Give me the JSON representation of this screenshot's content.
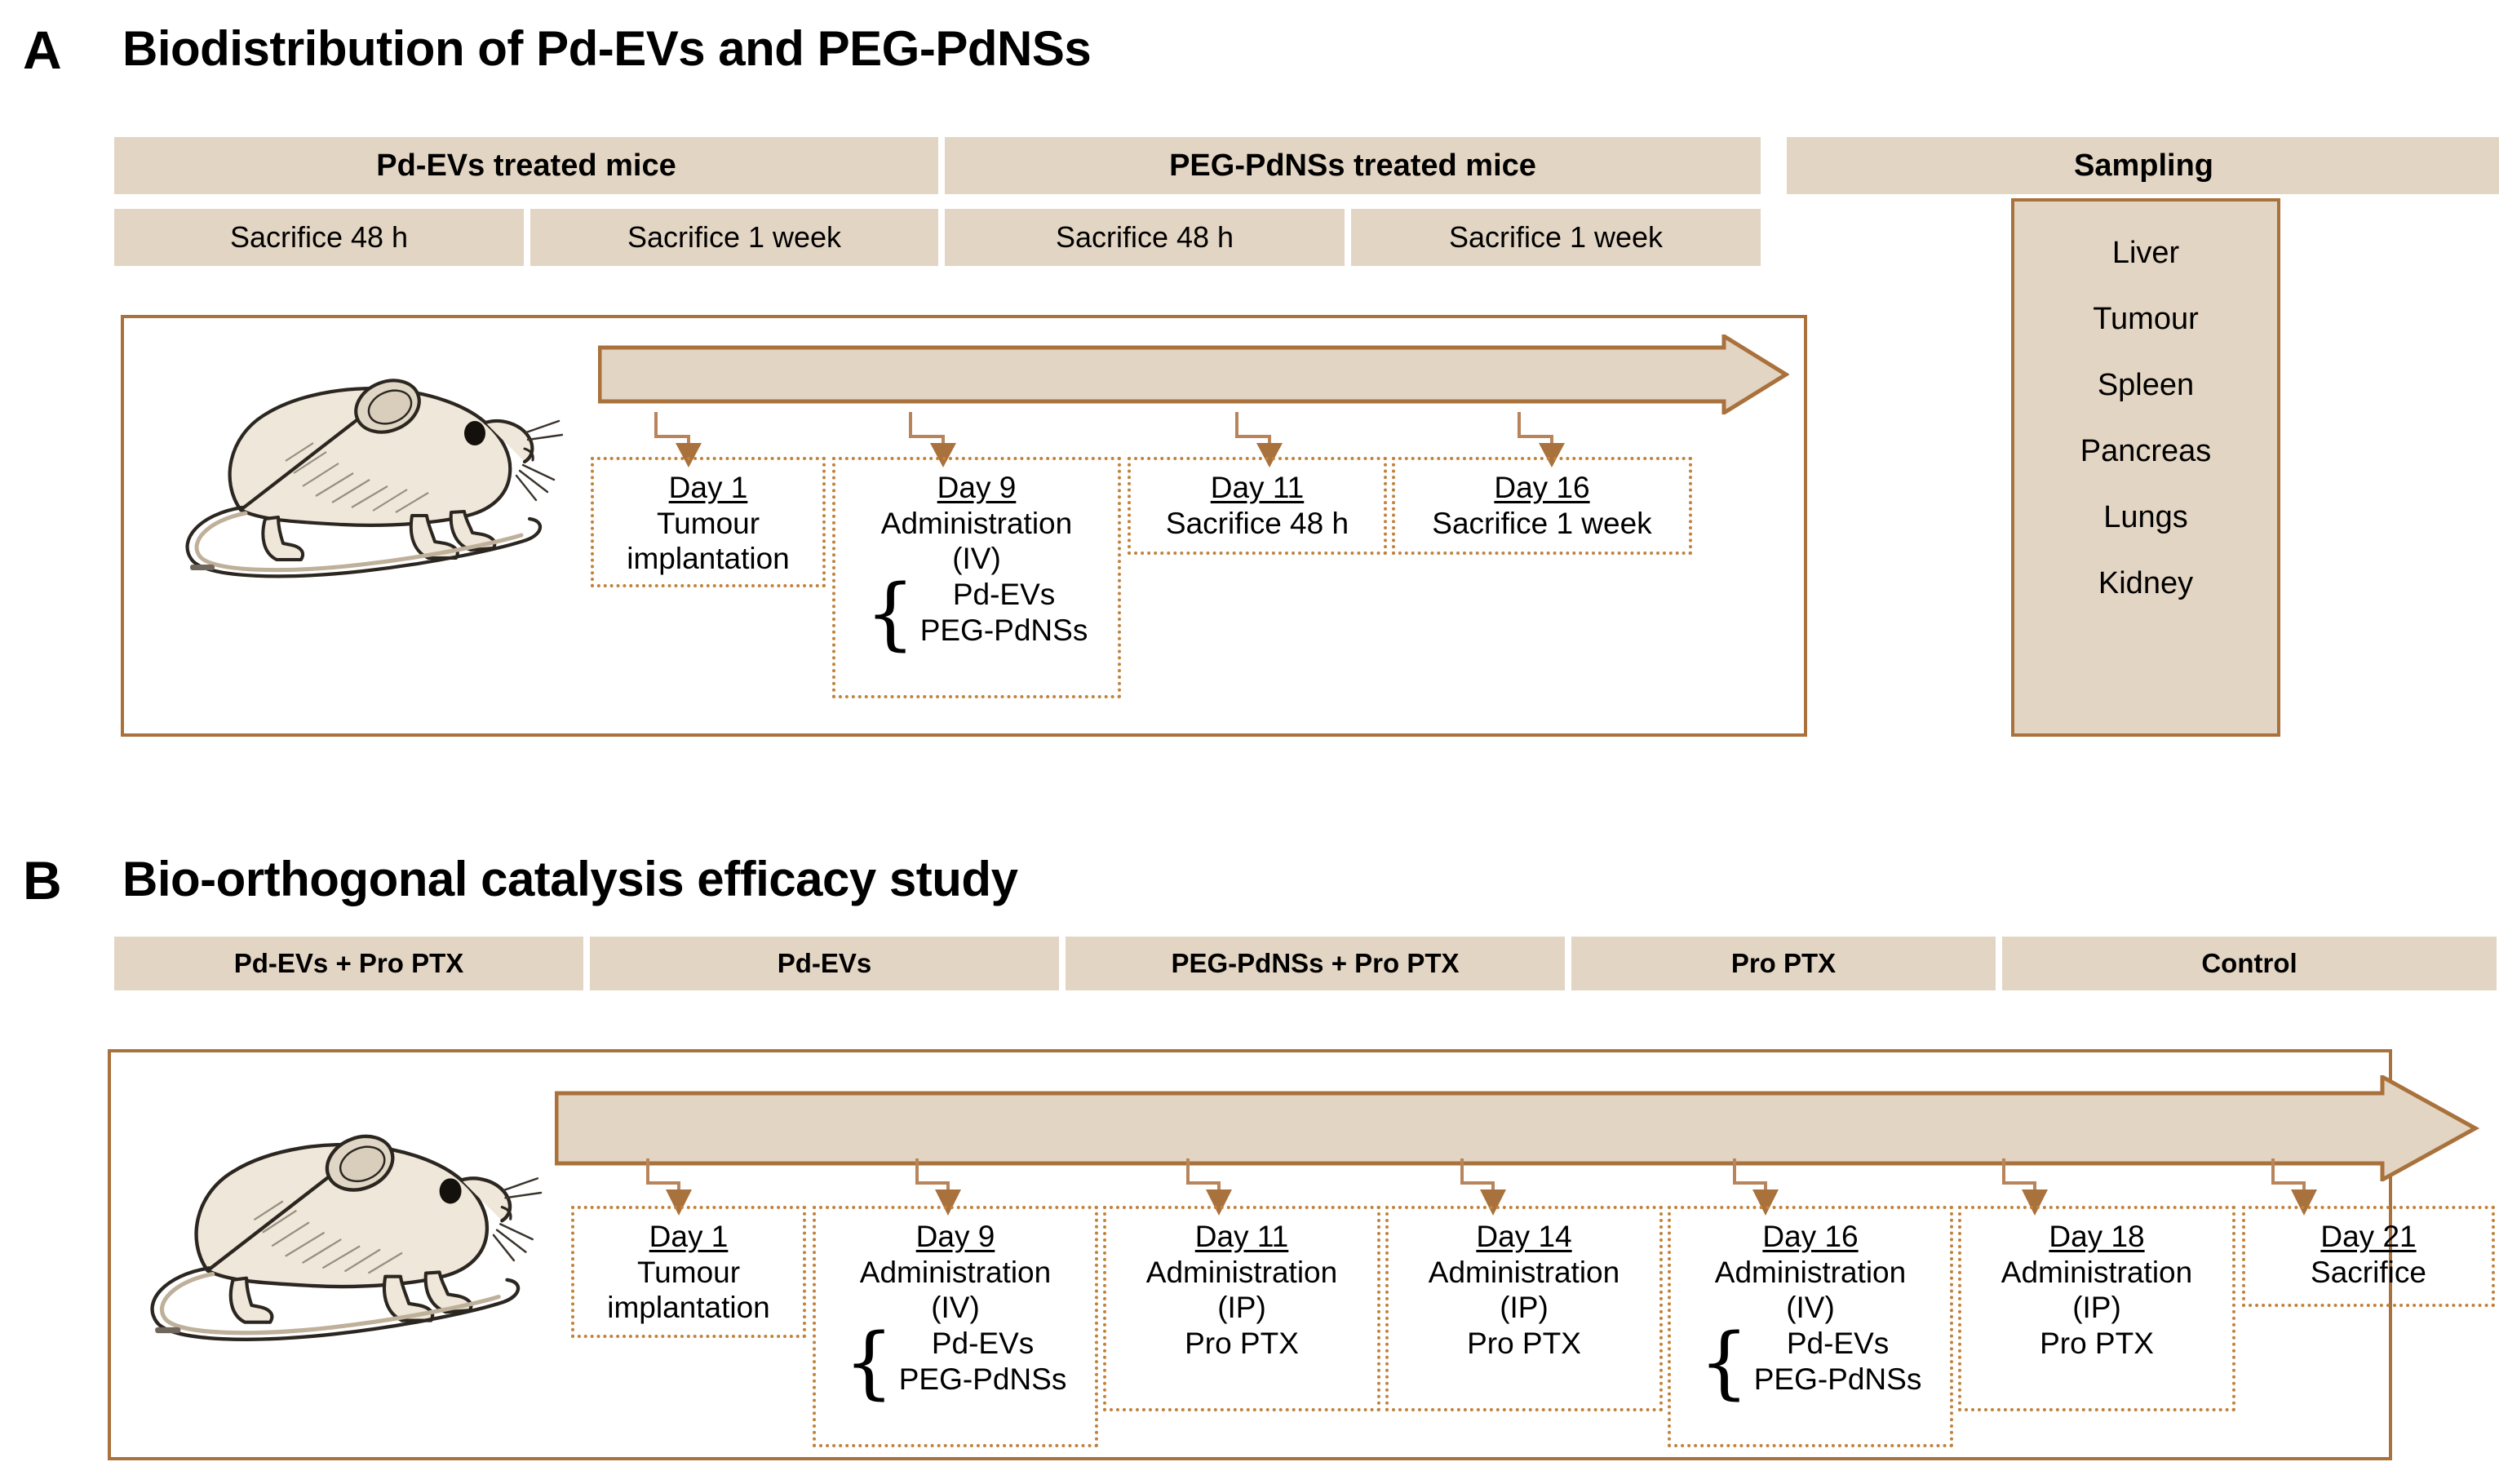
{
  "panelA": {
    "letter": "A",
    "title": "Biodistribution of Pd-EVs and PEG-PdNSs",
    "group_headers": [
      {
        "label": "Pd-EVs treated mice"
      },
      {
        "label": "PEG-PdNSs treated mice"
      }
    ],
    "sub_headers": [
      {
        "label": "Sacrifice 48 h"
      },
      {
        "label": "Sacrifice 1 week"
      },
      {
        "label": "Sacrifice 48 h"
      },
      {
        "label": "Sacrifice 1 week"
      }
    ],
    "sampling": {
      "title": "Sampling",
      "organs": [
        "Liver",
        "Tumour",
        "Spleen",
        "Pancreas",
        "Lungs",
        "Kidney"
      ]
    },
    "timeline": [
      {
        "day": "Day 1",
        "lines": [
          "Tumour",
          "implantation"
        ],
        "brace_items": []
      },
      {
        "day": "Day 9",
        "lines": [
          "Administration",
          "(IV)"
        ],
        "brace_items": [
          "Pd-EVs",
          "PEG-PdNSs"
        ]
      },
      {
        "day": "Day 11",
        "lines": [
          "Sacrifice 48 h"
        ],
        "brace_items": []
      },
      {
        "day": "Day 16",
        "lines": [
          "Sacrifice 1 week"
        ],
        "brace_items": []
      }
    ]
  },
  "panelB": {
    "letter": "B",
    "title": "Bio-orthogonal catalysis efficacy study",
    "group_headers": [
      {
        "label": "Pd-EVs + Pro PTX"
      },
      {
        "label": "Pd-EVs"
      },
      {
        "label": "PEG-PdNSs + Pro PTX"
      },
      {
        "label": "Pro PTX"
      },
      {
        "label": "Control"
      }
    ],
    "timeline": [
      {
        "day": "Day 1",
        "lines": [
          "Tumour",
          "implantation"
        ],
        "brace_items": []
      },
      {
        "day": "Day 9",
        "lines": [
          "Administration",
          "(IV)"
        ],
        "brace_items": [
          "Pd-EVs",
          "PEG-PdNSs"
        ]
      },
      {
        "day": "Day 11",
        "lines": [
          "Administration",
          "(IP)",
          "Pro PTX"
        ],
        "brace_items": []
      },
      {
        "day": "Day 14",
        "lines": [
          "Administration",
          "(IP)",
          "Pro PTX"
        ],
        "brace_items": []
      },
      {
        "day": "Day 16",
        "lines": [
          "Administration",
          "(IV)"
        ],
        "brace_items": [
          "Pd-EVs",
          "PEG-PdNSs"
        ]
      },
      {
        "day": "Day 18",
        "lines": [
          "Administration",
          "(IP)",
          "Pro PTX"
        ],
        "brace_items": []
      },
      {
        "day": "Day 21",
        "lines": [
          "Sacrifice"
        ],
        "brace_items": []
      }
    ]
  },
  "colors": {
    "tan_fill": "#E3D5C3",
    "brown_border": "#A9713C",
    "dotted_border": "#C1823C",
    "arrow_fill": "#E3D5C3",
    "arrow_stroke": "#A9713C",
    "marker_fill": "#B07A3C",
    "text": "#000000",
    "background": "#FFFFFF"
  },
  "icons": {
    "mouse": "mouse-illustration",
    "arrow": "right-block-arrow",
    "marker": "down-triangle-marker"
  }
}
